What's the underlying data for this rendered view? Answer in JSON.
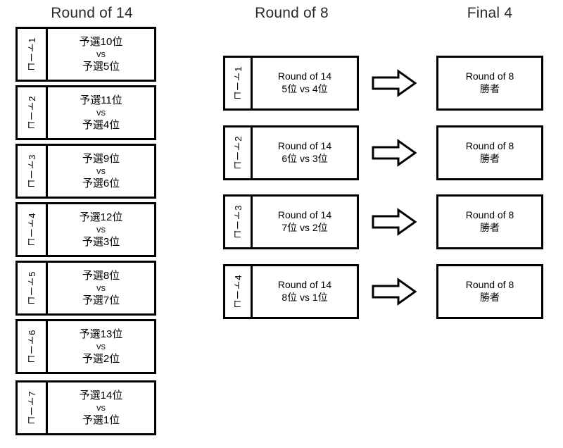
{
  "headers": {
    "round_of_14": "Round of 14",
    "round_of_8": "Round of 8",
    "final_4": "Final 4"
  },
  "round_of_14": {
    "matches": [
      {
        "court": "コート1",
        "top": "予選10位",
        "vs": "vs",
        "bottom": "予選5位"
      },
      {
        "court": "コート2",
        "top": "予選11位",
        "vs": "vs",
        "bottom": "予選4位"
      },
      {
        "court": "コート3",
        "top": "予選9位",
        "vs": "vs",
        "bottom": "予選6位"
      },
      {
        "court": "コート4",
        "top": "予選12位",
        "vs": "vs",
        "bottom": "予選3位"
      },
      {
        "court": "コート5",
        "top": "予選8位",
        "vs": "vs",
        "bottom": "予選7位"
      },
      {
        "court": "コート6",
        "top": "予選13位",
        "vs": "vs",
        "bottom": "予選2位"
      },
      {
        "court": "コート7",
        "top": "予選14位",
        "vs": "vs",
        "bottom": "予選1位"
      }
    ]
  },
  "round_of_8": {
    "matches": [
      {
        "court": "コート1",
        "line1": "Round of 14",
        "line2": "5位 vs 4位"
      },
      {
        "court": "コート2",
        "line1": "Round of 14",
        "line2": "6位 vs 3位"
      },
      {
        "court": "コート3",
        "line1": "Round of 14",
        "line2": "7位 vs 2位"
      },
      {
        "court": "コート4",
        "line1": "Round of 14",
        "line2": "8位 vs 1位"
      }
    ]
  },
  "final_4": {
    "slots": [
      {
        "line1": "Round of 8",
        "line2": "勝者"
      },
      {
        "line1": "Round of 8",
        "line2": "勝者"
      },
      {
        "line1": "Round of 8",
        "line2": "勝者"
      },
      {
        "line1": "Round of 8",
        "line2": "勝者"
      }
    ]
  },
  "arrows": {
    "icon": "right-block-arrow-icon",
    "count": 4
  },
  "colors": {
    "stroke": "#000000",
    "background": "#ffffff",
    "header_text": "#2b2b2b"
  }
}
